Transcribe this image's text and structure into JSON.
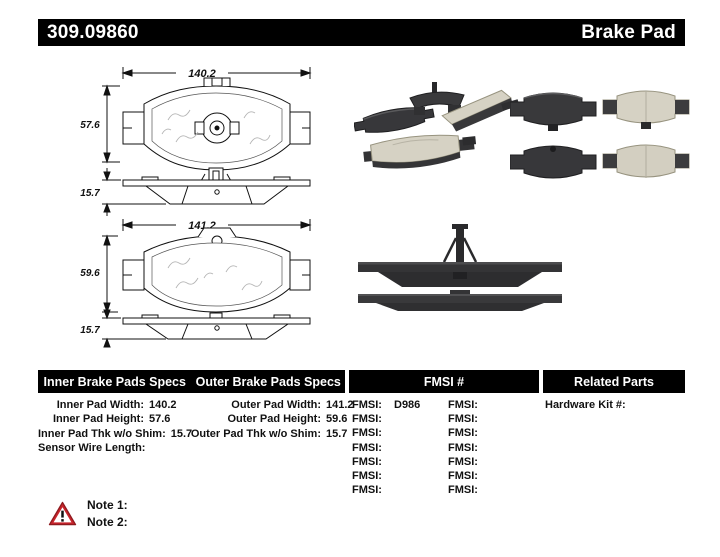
{
  "header": {
    "part_number": "309.09860",
    "product_type": "Brake Pad"
  },
  "drawings": {
    "inner": {
      "width": "140.2",
      "height": "57.6",
      "thickness": "15.7"
    },
    "outer": {
      "width": "141.2",
      "height": "59.6",
      "thickness": "15.7"
    }
  },
  "specs": {
    "inner": {
      "header": "Inner Brake Pads Specs",
      "rows": [
        {
          "label": "Inner Pad Width:",
          "value": "140.2"
        },
        {
          "label": "Inner Pad Height:",
          "value": "57.6"
        },
        {
          "label": "Inner Pad Thk w/o Shim:",
          "value": "15.7"
        },
        {
          "label": "Sensor Wire Length:",
          "value": ""
        }
      ]
    },
    "outer": {
      "header": "Outer Brake Pads Specs",
      "rows": [
        {
          "label": "Outer Pad Width:",
          "value": "141.2"
        },
        {
          "label": "Outer Pad Height:",
          "value": "59.6"
        },
        {
          "label": "Outer Pad Thk w/o Shim:",
          "value": "15.7"
        }
      ]
    }
  },
  "fmsi": {
    "header": "FMSI #",
    "left_rows": [
      {
        "label": "FMSI:",
        "value": "D986"
      },
      {
        "label": "FMSI:",
        "value": ""
      },
      {
        "label": "FMSI:",
        "value": ""
      },
      {
        "label": "FMSI:",
        "value": ""
      },
      {
        "label": "FMSI:",
        "value": ""
      },
      {
        "label": "FMSI:",
        "value": ""
      },
      {
        "label": "FMSI:",
        "value": ""
      }
    ],
    "right_rows": [
      {
        "label": "FMSI:",
        "value": ""
      },
      {
        "label": "FMSI:",
        "value": ""
      },
      {
        "label": "FMSI:",
        "value": ""
      },
      {
        "label": "FMSI:",
        "value": ""
      },
      {
        "label": "FMSI:",
        "value": ""
      },
      {
        "label": "FMSI:",
        "value": ""
      },
      {
        "label": "FMSI:",
        "value": ""
      }
    ]
  },
  "related_parts": {
    "header": "Related Parts",
    "rows": [
      {
        "label": "Hardware Kit #:",
        "value": ""
      }
    ]
  },
  "notes": {
    "items": [
      {
        "label": "Note 1:"
      },
      {
        "label": "Note 2:"
      }
    ]
  },
  "colors": {
    "bar_bg": "#000000",
    "warning_red": "#c8242b",
    "pad_dark": "#343436",
    "pad_ceramic": "#d6d2c4"
  }
}
